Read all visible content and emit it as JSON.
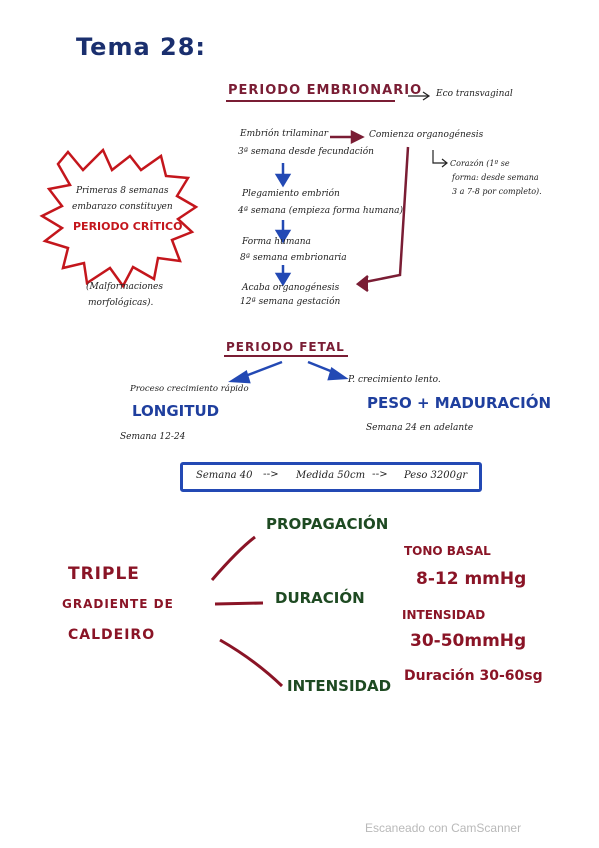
{
  "title": "Tema 28:",
  "embrionario": {
    "heading": "Periodo embrionario",
    "eco_note": "Eco transvaginal",
    "step1": "Embrión trilaminar",
    "step1_sub": "3ª semana desde fecundación",
    "step1_result": "Comienza organogénesis",
    "step2": "Plegamiento embrión",
    "step2_sub": "4ª semana (empieza forma humana)",
    "step3": "Forma humana",
    "step3_sub": "8ª semana embrionaria",
    "step4": "Acaba organogénesis",
    "step4_sub": "12ª semana gestación",
    "corazon_line1": "Corazón (1º se",
    "corazon_line2": "forma: desde semana",
    "corazon_line3": "3 a 7-8 por completo)."
  },
  "critico": {
    "line1": "Primeras 8 semanas",
    "line2": "embarazo constituyen",
    "line3": "Periodo crítico",
    "note_line1": "(Malformaciones",
    "note_line2": "morfológicas)."
  },
  "fetal": {
    "heading": "Periodo fetal",
    "left_note": "Proceso crecimiento rápido",
    "left_main": "Longitud",
    "left_weeks": "Semana 12-24",
    "right_note": "P. crecimiento lento.",
    "right_main": "Peso + Maduración",
    "right_weeks": "Semana 24 en adelante"
  },
  "summary": {
    "week": "Semana 40",
    "length": "Medida 50cm",
    "weight": "Peso 3200gr",
    "arrow": "-->"
  },
  "caldeiro": {
    "line1": "Triple",
    "line2": "gradiente de",
    "line3": "Caldeiro",
    "branch1": "Propagación",
    "branch2": "Duración",
    "branch3": "Intensidad",
    "tono_label": "Tono basal",
    "tono_value": "8-12 mmHg",
    "intensidad_label": "Intensidad",
    "intensidad_value": "30-50mmHg",
    "duracion": "Duración 30-60sg"
  },
  "watermark": "Escaneado con CamScanner"
}
